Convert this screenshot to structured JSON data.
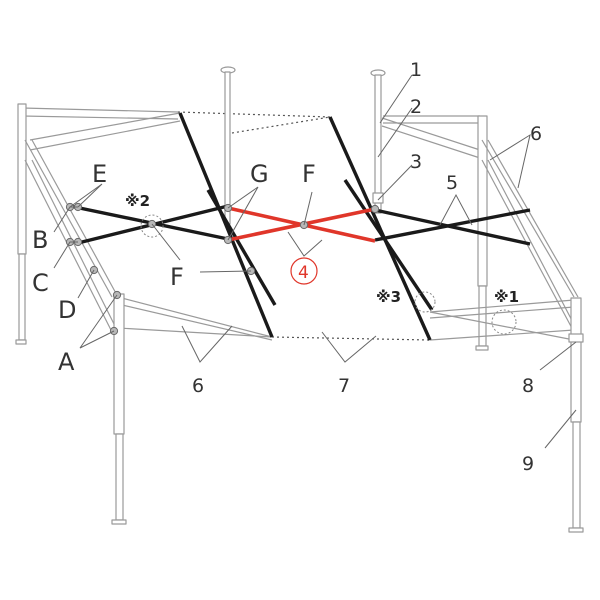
{
  "letters": {
    "A": "A",
    "B": "B",
    "C": "C",
    "D": "D",
    "E": "E",
    "F": "F",
    "G": "G"
  },
  "numbers": {
    "n1": "1",
    "n2": "2",
    "n3": "3",
    "n4": "4",
    "n5": "5",
    "n6": "6",
    "n7": "7",
    "n8": "8",
    "n9": "9"
  },
  "notes": {
    "note1": "※1",
    "note2": "※2",
    "note3": "※3"
  },
  "colors": {
    "highlight": "#e0362a",
    "frame": "#9a9a9a",
    "bar": "#1a1a1a"
  }
}
